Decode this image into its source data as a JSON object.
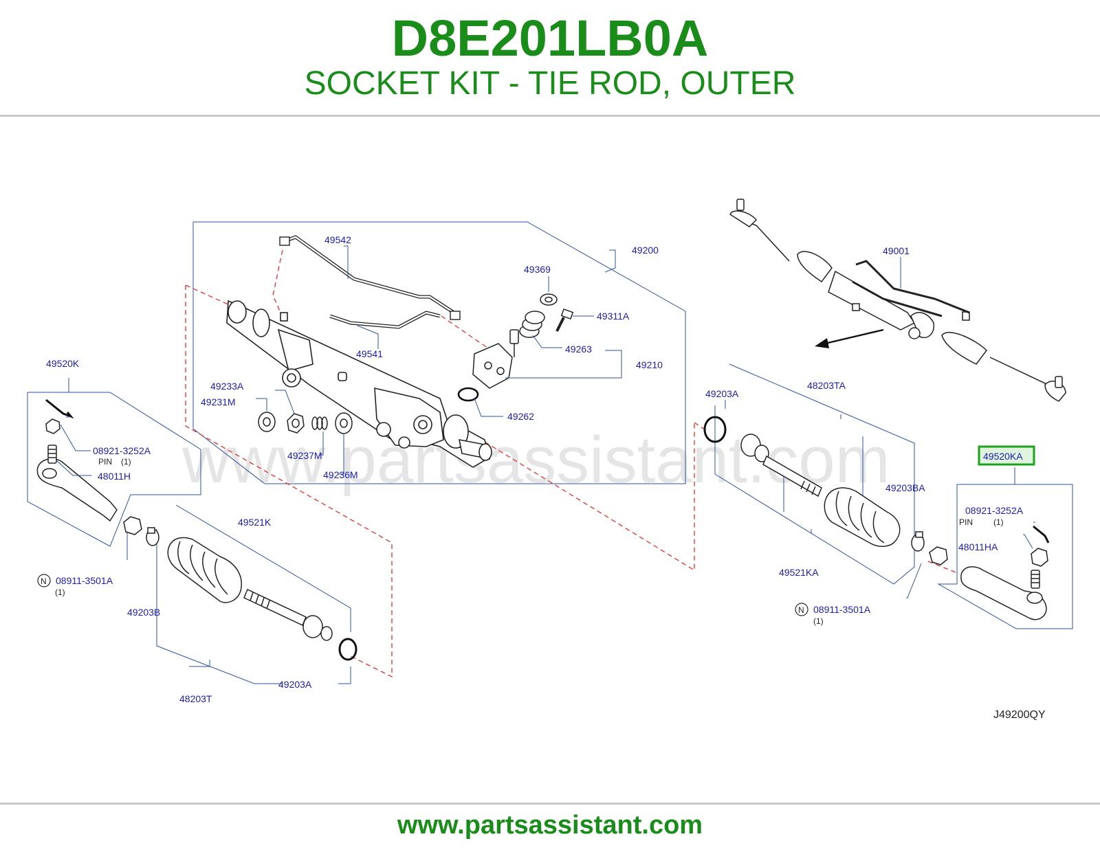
{
  "header": {
    "part_number": "D8E201LB0A",
    "description": "SOCKET KIT - TIE ROD, OUTER"
  },
  "diagram": {
    "watermark": "www.partsassistant.com",
    "code": "J49200QY",
    "highlighted_part": "49520KA",
    "highlight_color": "#1aa31a",
    "label_color": "#1c1cb0",
    "labels": {
      "p49542": "49542",
      "p49200": "49200",
      "p49369": "49369",
      "p49311A": "49311A",
      "p49263": "49263",
      "p49210": "49210",
      "p49541": "49541",
      "p49262": "49262",
      "p49233A": "49233A",
      "p49231M": "49231M",
      "p49237M": "49237M",
      "p49236M": "49236M",
      "p49520K": "49520K",
      "p08921_l": "08921-3252A",
      "pin_l": "PIN",
      "pin_qty_l": "(1)",
      "p48011H": "48011H",
      "p08911_l": "08911-3501A",
      "qty_08911_l": "(1)",
      "n_l": "N",
      "p49521K": "49521K",
      "p49203B": "49203B",
      "p48203T": "48203T",
      "p49203A_l": "49203A",
      "p49001": "49001",
      "p49203A_r": "49203A",
      "p48203TA": "48203TA",
      "p49203BA": "49203BA",
      "p49521KA": "49521KA",
      "p08911_r": "08911-3501A",
      "qty_08911_r": "(1)",
      "n_r": "N",
      "p49520KA": "49520KA",
      "p08921_r": "08921-3252A",
      "pin_r": "PIN",
      "pin_qty_r": "(1)",
      "p48011HA": "48011HA"
    }
  },
  "footer": {
    "url": "www.partsassistant.com"
  }
}
